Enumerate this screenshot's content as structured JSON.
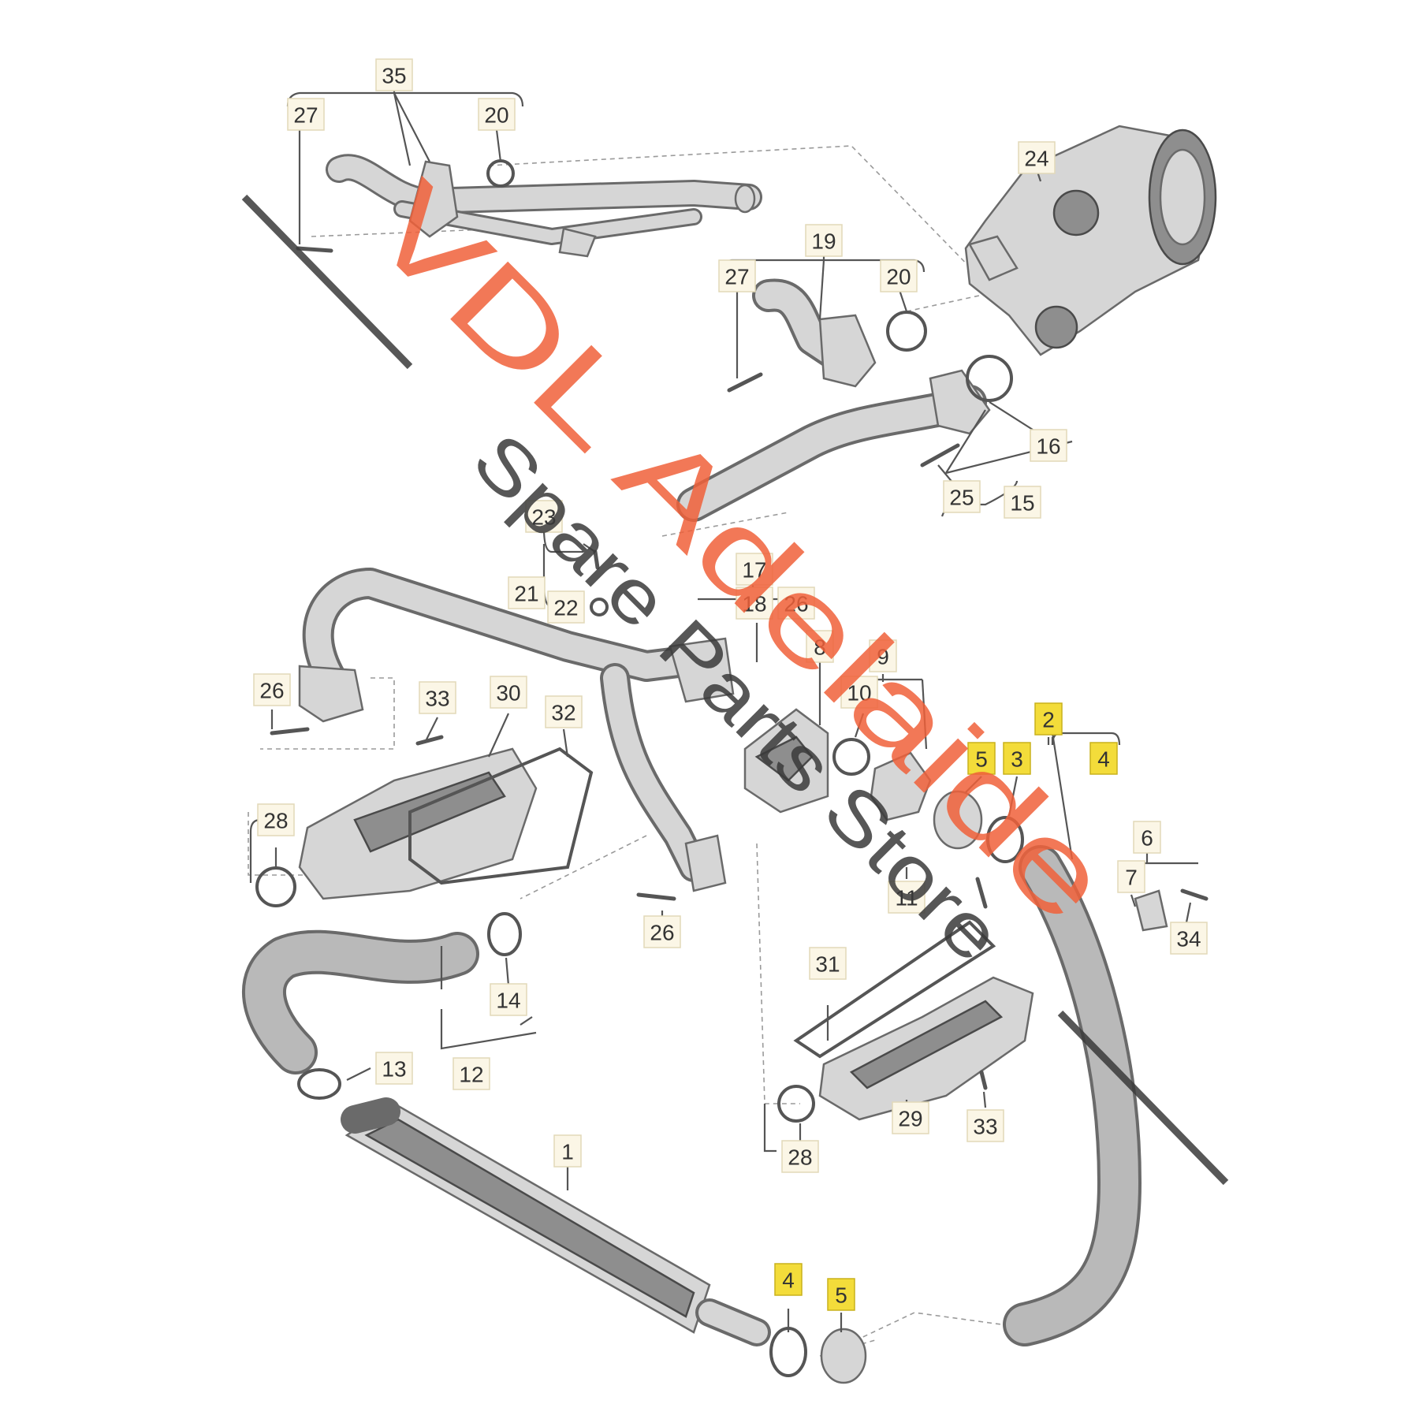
{
  "diagram": {
    "callouts": [
      "35",
      "27",
      "20",
      "24",
      "19",
      "27",
      "20",
      "16",
      "25",
      "15",
      "23",
      "21",
      "22",
      "17",
      "18",
      "26",
      "8",
      "9",
      "10",
      "2",
      "5",
      "3",
      "4",
      "26",
      "33",
      "30",
      "32",
      "28",
      "6",
      "7",
      "34",
      "11",
      "31",
      "14",
      "13",
      "12",
      "29",
      "33",
      "28",
      "1",
      "26",
      "4",
      "5"
    ],
    "highlighted_callouts": [
      "2",
      "5",
      "3",
      "4"
    ]
  },
  "watermark": {
    "line1": "VDL Adelaide",
    "line2": "Spare Parts Store"
  },
  "colors": {
    "highlight": "#f3dc3a",
    "label_bg": "#fbf6e6",
    "watermark_red": "#f0603a",
    "watermark_grey": "#3a3a3a"
  }
}
